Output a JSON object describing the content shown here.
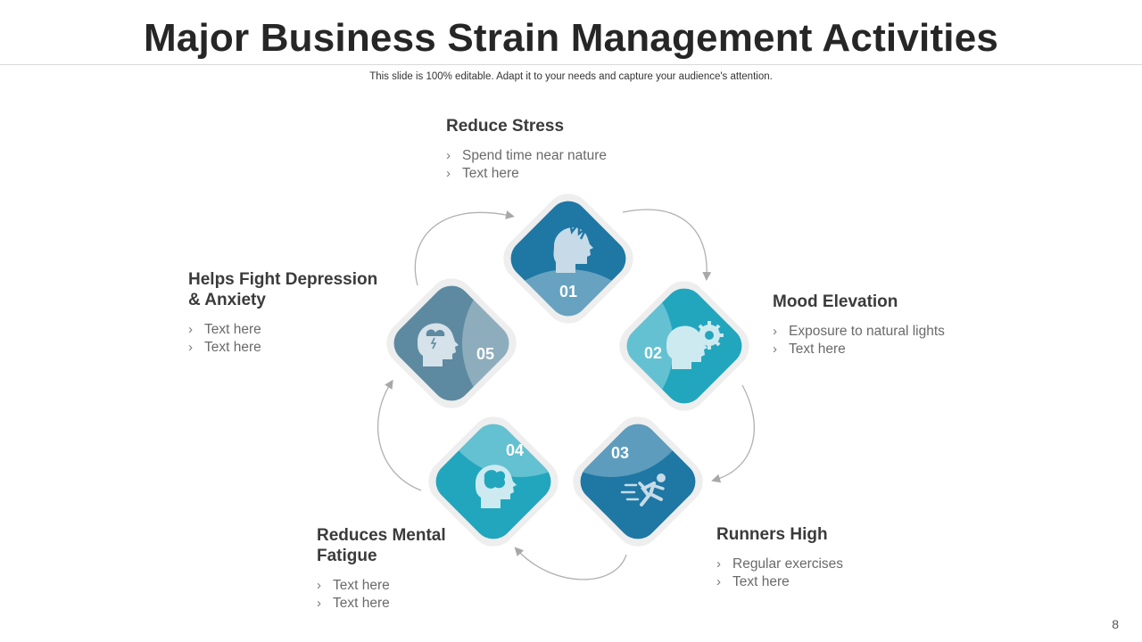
{
  "slide": {
    "title": "Major Business Strain Management Activities",
    "subtitle": "This slide is 100% editable. Adapt it to your needs and capture your audience's attention.",
    "page_number": "8"
  },
  "colors": {
    "dark_blue": "#1f77a4",
    "teal": "#22a6bd",
    "slate": "#5d8aa0",
    "halo": "#eeeeee",
    "arrow": "#b0b0b0"
  },
  "steps": [
    {
      "number": "01",
      "title": "Reduce Stress",
      "bullets": [
        "Spend time near nature",
        "Text here"
      ],
      "icon": "stressed-head-icon"
    },
    {
      "number": "02",
      "title": "Mood Elevation",
      "bullets": [
        "Exposure to natural lights",
        "Text here"
      ],
      "icon": "head-gear-icon"
    },
    {
      "number": "03",
      "title": "Runners High",
      "bullets": [
        "Regular exercises",
        "Text here"
      ],
      "icon": "running-person-icon"
    },
    {
      "number": "04",
      "title": "Reduces Mental Fatigue",
      "title_lines": [
        "Reduces Mental",
        "Fatigue"
      ],
      "bullets": [
        "Text here",
        "Text here"
      ],
      "icon": "brain-head-icon"
    },
    {
      "number": "05",
      "title": "Helps Fight Depression & Anxiety",
      "title_lines": [
        "Helps Fight Depression",
        "& Anxiety"
      ],
      "bullets": [
        "Text here",
        "Text here"
      ],
      "icon": "storm-head-icon"
    }
  ]
}
